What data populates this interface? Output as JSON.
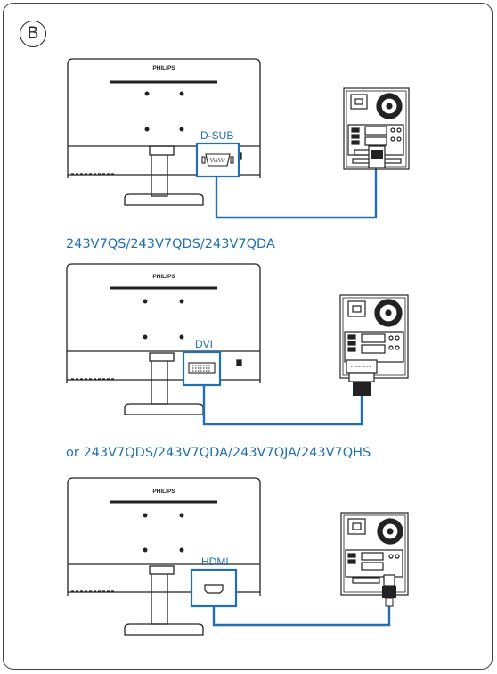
{
  "badge": "B",
  "brand": "PHILIPS",
  "sections": [
    {
      "connector_label": "D-SUB"
    },
    {
      "connector_label": "DVI"
    },
    {
      "connector_label": "HDMI"
    }
  ],
  "model_lines": [
    "243V7QS/243V7QDS/243V7QDA",
    "or 243V7QDS/243V7QDA/243V7QJA/243V7QHS"
  ],
  "colors": {
    "accent": "#1f6fb2",
    "cable": "#1f6fb2",
    "line": "#222222"
  }
}
